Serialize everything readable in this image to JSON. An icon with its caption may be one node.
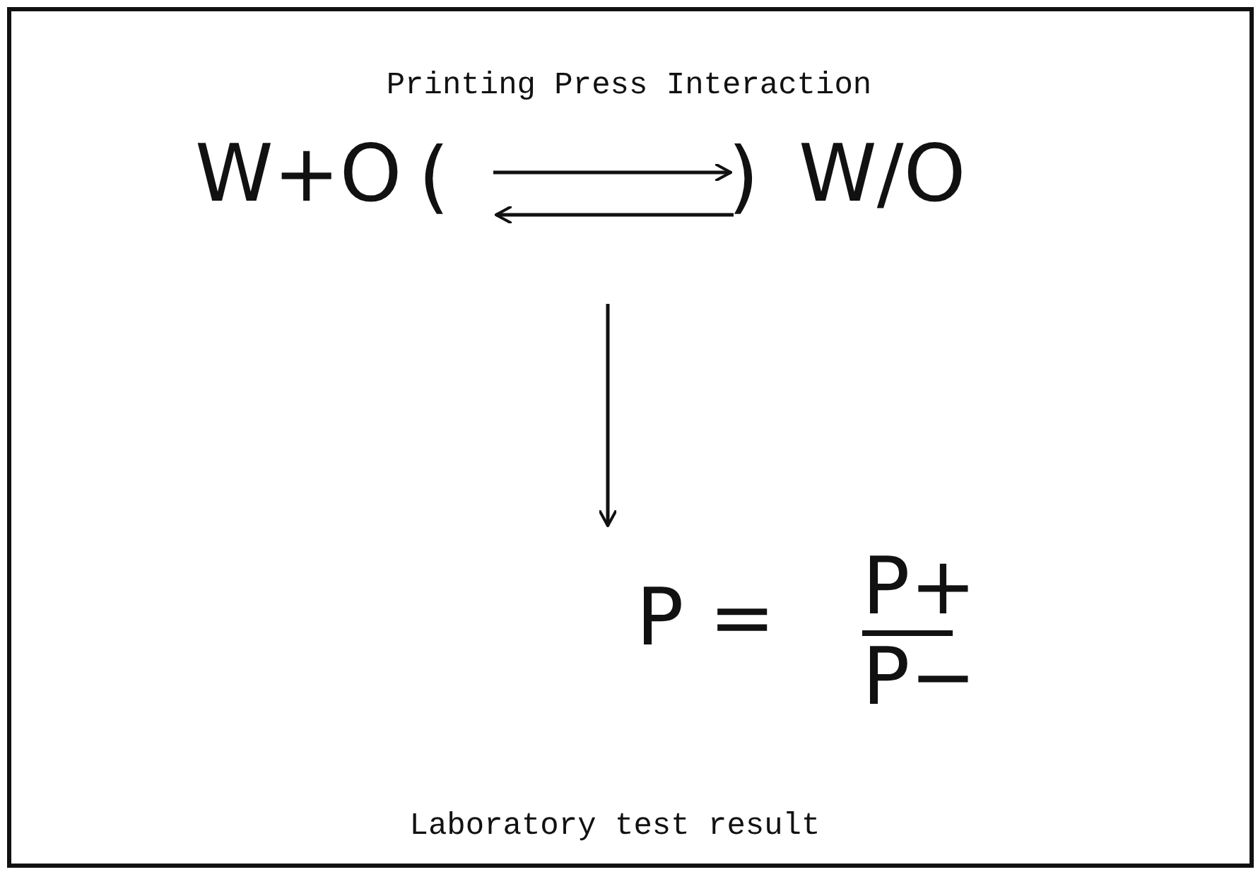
{
  "diagram": {
    "title": "Printing Press Interaction",
    "caption": "Laboratory test result",
    "nodes": [
      {
        "text": [
          "W+O"
        ]
      },
      {
        "text": [
          "W/O"
        ]
      },
      {
        "text": [
          "P =",
          "P+",
          "P−"
        ]
      }
    ],
    "edges": [
      {
        "from": 0,
        "to": 1,
        "arrow": "to"
      },
      {
        "from": 1,
        "to": 0,
        "arrow": "to"
      },
      {
        "from": null,
        "to": 2,
        "arrow": "to"
      }
    ],
    "labels": [
      "(",
      ")"
    ]
  }
}
